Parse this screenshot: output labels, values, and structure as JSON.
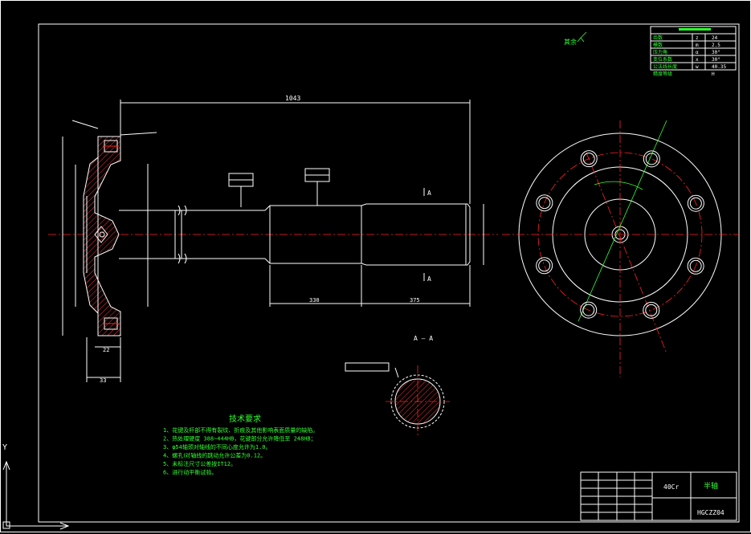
{
  "drawing": {
    "dims": {
      "overall_length": "1043",
      "d1": "330",
      "d2": "375",
      "flange_thk": "33",
      "hub_w": "22"
    },
    "section_label": "A — A",
    "section_mark": "A",
    "tech_title": "技术要求",
    "tech_notes": [
      "1、花键及杆部不得有裂纹、折痕及其他影响表面质量的缺陷。",
      "2、热处理硬度 388~444HB，花键部分允许降低至 248HB；",
      "3、φ54轴颈对轴线的不同心度允许为1.0。",
      "4、螺孔Ⅰ对轴线的跳动允许公差为0.12。",
      "5、未标注尺寸公差按IT12。",
      "6、进行动平衡试验。"
    ],
    "roughness_note": "其余",
    "params": [
      {
        "name": "齿数",
        "sym": "z",
        "val": "24"
      },
      {
        "name": "模数",
        "sym": "m",
        "val": "2.5"
      },
      {
        "name": "压力角",
        "sym": "α",
        "val": "30°"
      },
      {
        "name": "变位系数",
        "sym": "x",
        "val": "30°"
      },
      {
        "name": "公法线长度",
        "sym": "w",
        "val": "40.35"
      },
      {
        "name": "精度等级",
        "sym": "",
        "val": "H"
      }
    ],
    "title_block": {
      "material": "40Cr",
      "part_name": "半轴",
      "drawing_no": "HGCZZ04"
    },
    "axis_label": "Y"
  }
}
